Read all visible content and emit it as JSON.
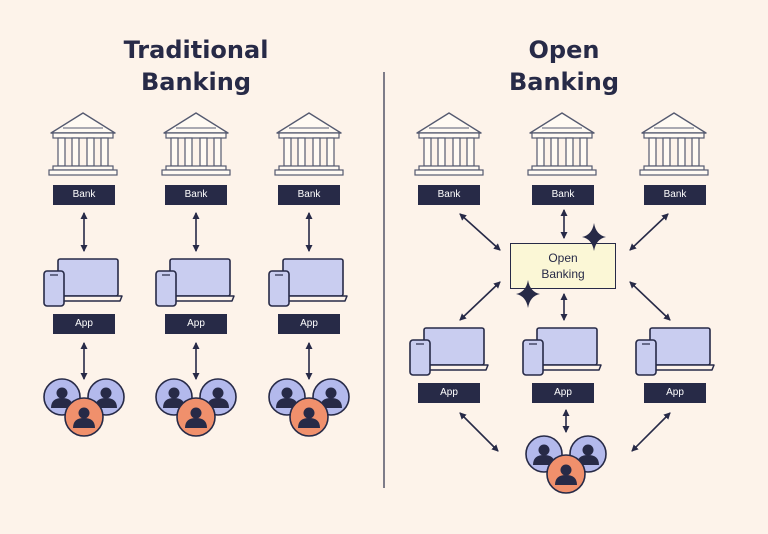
{
  "traditional": {
    "title_line1": "Traditional",
    "title_line2": "Banking",
    "bank_label": "Bank",
    "app_label": "App"
  },
  "open": {
    "title_line1": "Open",
    "title_line2": "Banking",
    "bank_label": "Bank",
    "app_label": "App",
    "hub_line1": "Open",
    "hub_line2": "Banking"
  },
  "colors": {
    "background": "#fdf3ea",
    "navy": "#272a47",
    "device_screen": "#c9cdf0",
    "user_blue": "#b3b9ec",
    "user_orange": "#f0906c",
    "bank_fill": "#fffaf3",
    "hub_fill": "#fbf7d6"
  },
  "icons": [
    "bank-icon",
    "laptop-phone-icon",
    "users-group-icon",
    "sparkle-icon",
    "double-arrow-icon"
  ]
}
